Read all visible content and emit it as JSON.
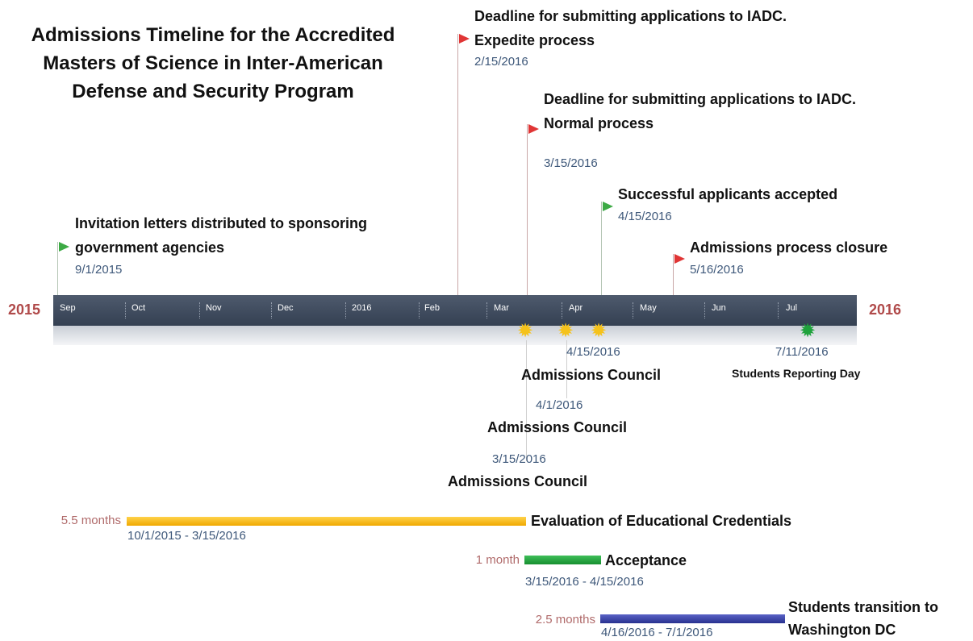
{
  "title": "Admissions Timeline for the Accredited Masters of Science in Inter-American Defense and Security Program",
  "timeline": {
    "start_year": "2015",
    "end_year": "2016",
    "months": [
      "Sep",
      "Oct",
      "Nov",
      "Dec",
      "2016",
      "Feb",
      "Mar",
      "Apr",
      "May",
      "Jun",
      "Jul"
    ]
  },
  "milestones": [
    {
      "title": "Invitation letters distributed to sponsoring government agencies",
      "date": "9/1/2015",
      "flag_color": "#3daa45"
    },
    {
      "title": "Deadline for submitting applications to IADC. Expedite process",
      "date": "2/15/2016",
      "flag_color": "#e03535"
    },
    {
      "title": "Deadline for submitting applications to IADC. Normal process",
      "date": "3/15/2016",
      "flag_color": "#e03535"
    },
    {
      "title": "Successful applicants accepted",
      "date": "4/15/2016",
      "flag_color": "#3daa45"
    },
    {
      "title": "Admissions process closure",
      "date": "5/16/2016",
      "flag_color": "#e03535"
    }
  ],
  "councils": [
    {
      "date": "4/15/2016",
      "label": "Admissions Council"
    },
    {
      "date": "4/1/2016",
      "label": "Admissions Council"
    },
    {
      "date": "3/15/2016",
      "label": "Admissions Council"
    }
  ],
  "reporting": {
    "date": "7/11/2016",
    "label": "Students Reporting Day"
  },
  "phases": [
    {
      "duration": "5.5 months",
      "label": "Evaluation of Educational Credentials",
      "range": "10/1/2015 - 3/15/2016",
      "color": "#f5b400"
    },
    {
      "duration": "1 month",
      "label": "Acceptance",
      "range": "3/15/2016 - 4/15/2016",
      "color": "#22a03c"
    },
    {
      "duration": "2.5 months",
      "label": "Students transition to Washington  DC",
      "range": "4/16/2016 - 7/1/2016",
      "color": "#343c9e"
    }
  ],
  "colors": {
    "band": "#3d4759",
    "year": "#b04a4a",
    "date_text": "#3e587a",
    "star_yellow": "#f5c21b",
    "star_green": "#1fa23c"
  }
}
